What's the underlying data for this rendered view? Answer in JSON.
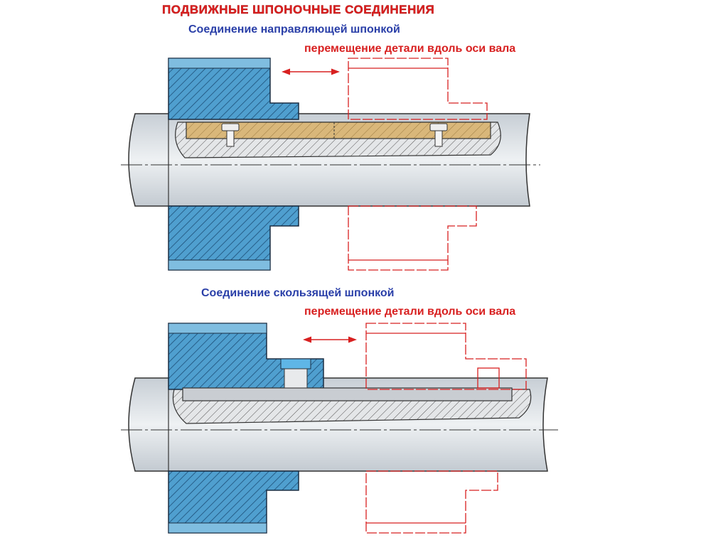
{
  "title": "ПОДВИЖНЫЕ  ШПОНОЧНЫЕ  СОЕДИНЕНИЯ",
  "sections": [
    {
      "heading": "Соединение направляющей шпонкой",
      "note": "перемещение детали вдоль оси вала"
    },
    {
      "heading": "Соединение скользящей шпонкой",
      "note": "перемещение детали вдоль оси вала"
    }
  ],
  "colors": {
    "title": "#e02020",
    "heading": "#2a3fa8",
    "hub": "#4f9fcf",
    "key": "#d9b77a",
    "shaft": "#d5dbe1",
    "outline": "#d82020"
  }
}
